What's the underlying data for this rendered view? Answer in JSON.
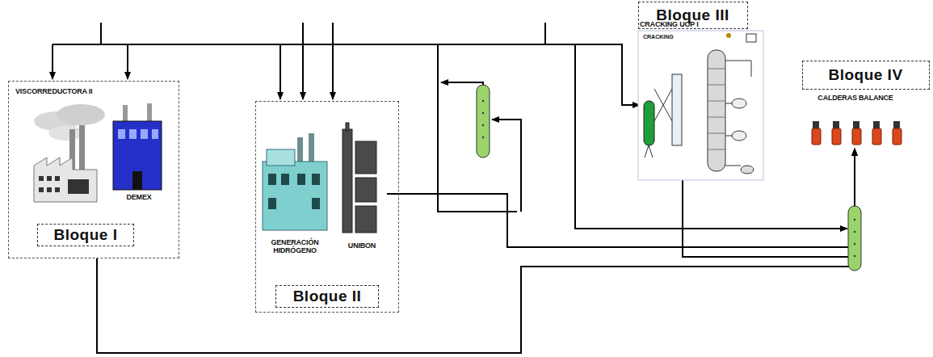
{
  "diagram": {
    "nodes": [
      {
        "text": [
          "Bloque I"
        ]
      },
      {
        "text": [
          "VISCORREDUCTORA II"
        ],
        "in": 0
      },
      {
        "text": [
          "DEMEX"
        ],
        "in": 0
      },
      {
        "text": [
          "Bloque II"
        ]
      },
      {
        "text": [
          "GENERACIÓN HIDRÓGENO"
        ],
        "in": 3
      },
      {
        "text": [
          "UNIBON"
        ],
        "in": 3
      },
      {
        "text": [
          "Bloque III"
        ]
      },
      {
        "text": [
          "CRACKING UOP I",
          "CRACKING"
        ]
      },
      {
        "text": [
          "Bloque IV"
        ]
      },
      {
        "text": [
          "CALDERAS BALANCE"
        ]
      }
    ],
    "edges": [
      {
        "from": 0,
        "to": 9,
        "arrow": "to"
      },
      {
        "from": 5,
        "to": 9,
        "arrow": "to"
      },
      {
        "from": 7,
        "to": 9,
        "arrow": "to"
      }
    ]
  }
}
